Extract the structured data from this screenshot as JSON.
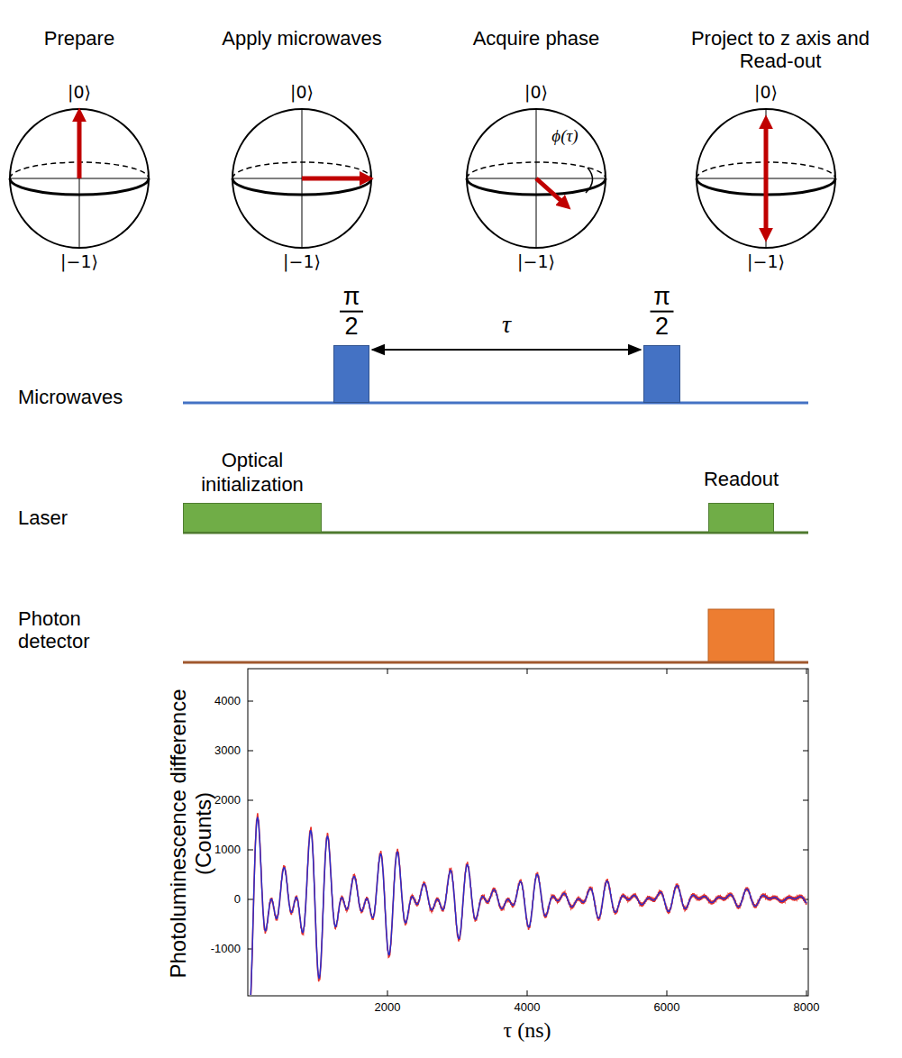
{
  "diagram": {
    "nodes": [
      {
        "text": [
          "π 2"
        ]
      },
      {
        "text": [
          "π 2"
        ]
      },
      {
        "text": [
          "Optical initialization"
        ]
      },
      {
        "text": [
          "Readout"
        ]
      }
    ],
    "labels": [
      "Prepare",
      "Apply microwaves",
      "Acquire phase",
      "Project to z axis and Read-out",
      "|0⟩",
      "|−1⟩",
      "|0⟩",
      "|−1⟩",
      "|0⟩",
      "ϕ(τ)",
      "|−1⟩",
      "|0⟩",
      "|−1⟩",
      "τ",
      "Microwaves",
      "Laser",
      "Photon detector",
      "4000",
      "3000",
      "2000",
      "1000",
      "0",
      "-1000",
      "2000",
      "4000",
      "6000",
      "8000",
      "Photoluminescence difference (Counts)",
      "τ (ns)"
    ]
  }
}
